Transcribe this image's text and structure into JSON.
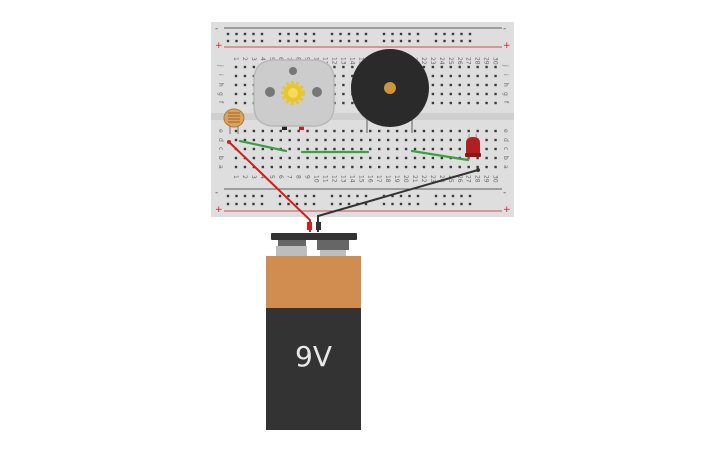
{
  "breadboard": {
    "rail_minus": "-",
    "rail_plus": "+",
    "row_letters_top": [
      "j",
      "i",
      "h",
      "g",
      "f"
    ],
    "row_letters_bottom": [
      "e",
      "d",
      "c",
      "b",
      "a"
    ],
    "column_count": 30
  },
  "battery": {
    "label": "9V"
  },
  "components": [
    "photoresistor",
    "dc-motor",
    "piezo-buzzer",
    "led"
  ],
  "colors": {
    "breadboard": "#dcdcdc",
    "wire_red": "#d01f1f",
    "wire_black": "#333333",
    "wire_green": "#3aa040",
    "battery_top": "#d18c4f",
    "battery_body": "#333333",
    "motor_gear": "#e8c62c",
    "buzzer_center": "#c8963c",
    "led": "#b02020"
  }
}
